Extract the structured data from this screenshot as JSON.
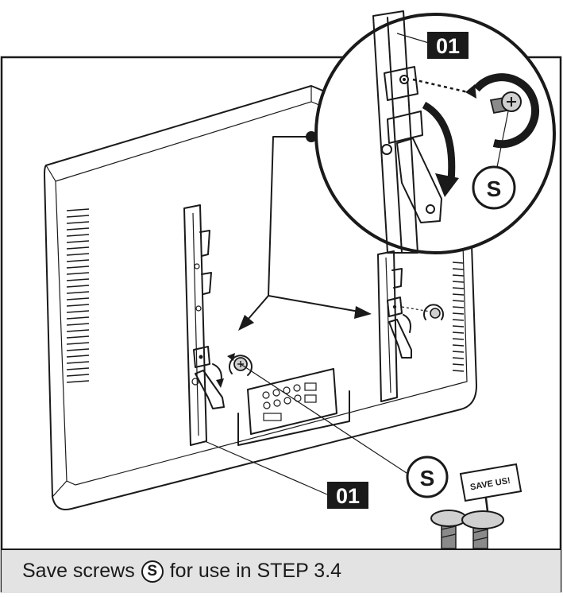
{
  "labels": {
    "part_code": "01",
    "screw_letter": "S",
    "save_tag": "SAVE US!"
  },
  "caption": {
    "before": "Save screws",
    "icon_letter": "S",
    "after": "for use in STEP 3.4"
  },
  "colors": {
    "ink": "#1a1a1a",
    "panel_fill": "#ffffff",
    "tag_fill": "#ffffff",
    "caption_bar": "#e3e3e3",
    "screw_fill": "#d0d0d0",
    "screw_dark": "#8a8a8a",
    "rivet_fill": "#2a2a2a"
  }
}
